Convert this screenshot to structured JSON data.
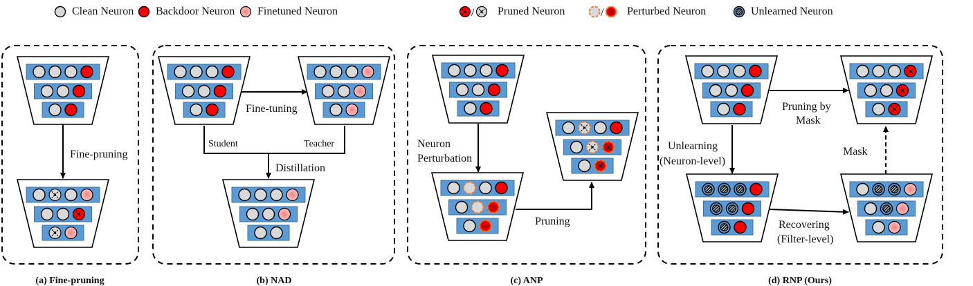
{
  "legend": [
    {
      "kind": "clean",
      "label": "Clean Neuron"
    },
    {
      "kind": "backdoor",
      "label": "Backdoor Neuron"
    },
    {
      "kind": "finetuned",
      "label": "Finetuned Neuron"
    },
    {
      "kind": "pruned-pair",
      "label": "Pruned Neuron"
    },
    {
      "kind": "perturbed-pair",
      "label": "Perturbed Neuron"
    },
    {
      "kind": "unlearned",
      "label": "Unlearned Neuron"
    }
  ],
  "colors": {
    "clean_fill": "#d9d9d9",
    "backdoor_fill": "#ff0000",
    "finetuned_fill": "#f4a6a6",
    "layer_bar": "#5b9bd5",
    "layer_bar_border": "#41719c",
    "perturb_ring": "#ed7d31",
    "unlearned_fill": "#a6a6a6",
    "stroke": "#000000"
  },
  "panels": [
    {
      "id": "a",
      "caption": "(a) Fine-pruning",
      "networks": [
        {
          "id": "a-original",
          "rows": [
            [
              "clean",
              "clean",
              "clean",
              "backdoor"
            ],
            [
              "clean",
              "clean",
              "backdoor"
            ],
            [
              "clean",
              "backdoor"
            ]
          ]
        },
        {
          "id": "a-result",
          "rows": [
            [
              "clean",
              "pruned-clean",
              "clean",
              "finetuned"
            ],
            [
              "clean",
              "clean",
              "pruned-backdoor"
            ],
            [
              "pruned-clean",
              "finetuned"
            ]
          ]
        }
      ],
      "edge_labels": [
        "Fine-pruning"
      ]
    },
    {
      "id": "b",
      "caption": "(b) NAD",
      "networks": [
        {
          "id": "b-student",
          "rows": [
            [
              "clean",
              "clean",
              "clean",
              "backdoor"
            ],
            [
              "clean",
              "clean",
              "backdoor"
            ],
            [
              "clean",
              "backdoor"
            ]
          ]
        },
        {
          "id": "b-teacher",
          "rows": [
            [
              "clean",
              "clean",
              "clean",
              "finetuned"
            ],
            [
              "clean",
              "clean",
              "finetuned"
            ],
            [
              "clean",
              "finetuned"
            ]
          ]
        },
        {
          "id": "b-result",
          "rows": [
            [
              "clean",
              "clean",
              "clean",
              "finetuned"
            ],
            [
              "clean",
              "clean",
              "finetuned"
            ],
            [
              "clean",
              "clean"
            ]
          ]
        }
      ],
      "edge_labels": [
        "Fine-tuning",
        "Student",
        "Teacher",
        "Distillation"
      ]
    },
    {
      "id": "c",
      "caption": "(c) ANP",
      "networks": [
        {
          "id": "c-original",
          "rows": [
            [
              "clean",
              "clean",
              "clean",
              "backdoor"
            ],
            [
              "clean",
              "clean",
              "backdoor"
            ],
            [
              "clean",
              "backdoor"
            ]
          ]
        },
        {
          "id": "c-perturbed",
          "rows": [
            [
              "clean",
              "perturbed-clean",
              "clean",
              "backdoor"
            ],
            [
              "clean",
              "perturbed-clean",
              "perturbed-backdoor"
            ],
            [
              "clean",
              "perturbed-backdoor"
            ]
          ]
        },
        {
          "id": "c-result",
          "rows": [
            [
              "clean",
              "pruned-perturbed-clean",
              "clean",
              "backdoor"
            ],
            [
              "clean",
              "pruned-perturbed-clean",
              "pruned-perturbed-backdoor"
            ],
            [
              "clean",
              "pruned-perturbed-backdoor"
            ]
          ]
        }
      ],
      "edge_labels": [
        "Neuron",
        "Perturbation",
        "Pruning"
      ]
    },
    {
      "id": "d",
      "caption": "(d) RNP (Ours)",
      "networks": [
        {
          "id": "d-original",
          "rows": [
            [
              "clean",
              "clean",
              "clean",
              "backdoor"
            ],
            [
              "clean",
              "clean",
              "backdoor"
            ],
            [
              "clean",
              "backdoor"
            ]
          ]
        },
        {
          "id": "d-result",
          "rows": [
            [
              "clean",
              "clean",
              "clean",
              "pruned-backdoor"
            ],
            [
              "clean",
              "clean",
              "pruned-backdoor"
            ],
            [
              "clean",
              "pruned-backdoor"
            ]
          ]
        },
        {
          "id": "d-unlearned",
          "rows": [
            [
              "unlearned",
              "unlearned",
              "unlearned",
              "backdoor"
            ],
            [
              "unlearned",
              "unlearned",
              "backdoor"
            ],
            [
              "unlearned",
              "backdoor"
            ]
          ]
        },
        {
          "id": "d-recovered",
          "rows": [
            [
              "clean",
              "unlearned",
              "unlearned",
              "finetuned"
            ],
            [
              "clean",
              "unlearned",
              "finetuned"
            ],
            [
              "clean",
              "finetuned"
            ]
          ]
        }
      ],
      "edge_labels": [
        "Pruning by",
        "Mask",
        "Unlearning",
        "(Neuron-level)",
        "Mask",
        "Recovering",
        "(Filter-level)"
      ]
    }
  ]
}
